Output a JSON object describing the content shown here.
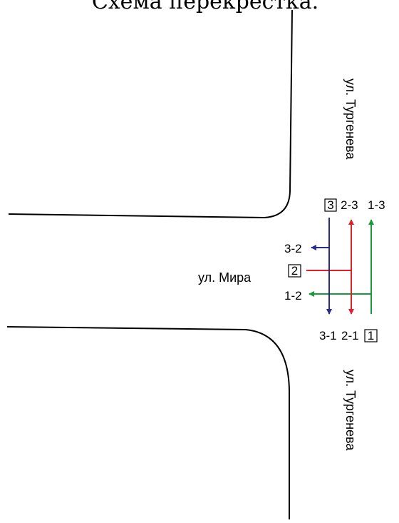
{
  "title": "Схема перекрестка.",
  "streets": {
    "tourgeneva_top": "ул. Тургенева",
    "tourgeneva_bottom": "ул. Тургенева",
    "mira": "ул. Мира"
  },
  "approaches": {
    "a1": "1",
    "a2": "2",
    "a3": "3"
  },
  "movements": {
    "m_2_3": "2-3",
    "m_1_3": "1-3",
    "m_3_2": "3-2",
    "m_1_2": "1-2",
    "m_3_1": "3-1",
    "m_2_1": "2-1"
  },
  "colors": {
    "from_1": "#1a9a3a",
    "from_2": "#e0202a",
    "from_3": "#2a2a8a"
  }
}
